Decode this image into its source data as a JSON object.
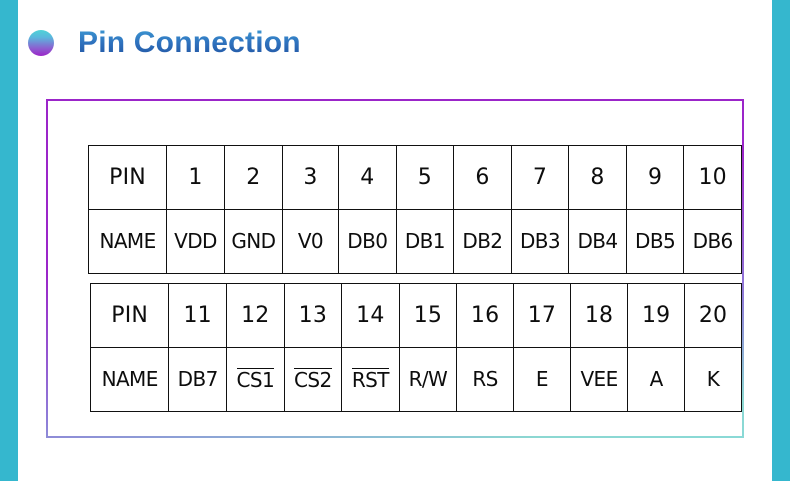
{
  "slide": {
    "title": "Pin Connection",
    "bullet_icon": "circle-bullet-icon",
    "accent_color_strip": "#35b7ce",
    "title_gradient_from": "#3f9fd6",
    "title_gradient_to": "#1f4e9c",
    "panel_border_gradient_from": "#9b25c9",
    "panel_border_gradient_to": "#8ad9d6"
  },
  "tables": [
    {
      "id": "pins-1-10",
      "row_headers": [
        "PIN",
        "NAME"
      ],
      "pins": [
        "1",
        "2",
        "3",
        "4",
        "5",
        "6",
        "7",
        "8",
        "9",
        "10"
      ],
      "names": [
        "VDD",
        "GND",
        "V0",
        "DB0",
        "DB1",
        "DB2",
        "DB3",
        "DB4",
        "DB5",
        "DB6"
      ],
      "overlined": [
        false,
        false,
        false,
        false,
        false,
        false,
        false,
        false,
        false,
        false
      ]
    },
    {
      "id": "pins-11-20",
      "row_headers": [
        "PIN",
        "NAME"
      ],
      "pins": [
        "11",
        "12",
        "13",
        "14",
        "15",
        "16",
        "17",
        "18",
        "19",
        "20"
      ],
      "names": [
        "DB7",
        "CS1",
        "CS2",
        "RST",
        "R/W",
        "RS",
        "E",
        "VEE",
        "A",
        "K"
      ],
      "overlined": [
        false,
        true,
        true,
        true,
        false,
        false,
        false,
        false,
        false,
        false
      ]
    }
  ]
}
